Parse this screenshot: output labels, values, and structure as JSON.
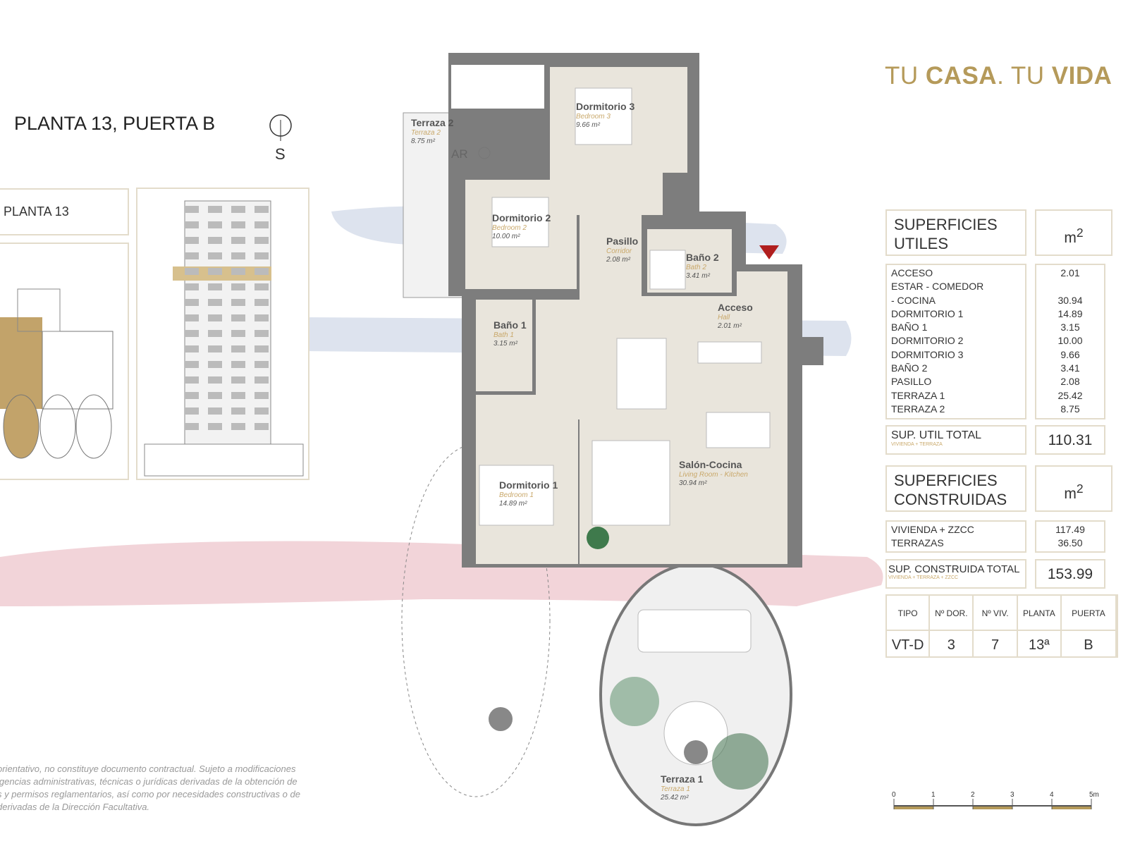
{
  "header": {
    "title": "PLANTA 13, PUERTA B",
    "compass_label": "S",
    "brand_light_1": "TU ",
    "brand_bold_1": "CASA",
    "brand_light_2": ". TU ",
    "brand_bold_2": "VIDA",
    "brand_color": "#b59a5a"
  },
  "thumbnails": {
    "floor_label": "PLANTA 13"
  },
  "rooms": [
    {
      "name": "Dormitorio 3",
      "en": "Bedroom 3",
      "area": "9.66 m²"
    },
    {
      "name": "Terraza 2",
      "en": "Terraza 2",
      "area": "8.75 m²"
    },
    {
      "name": "Dormitorio 2",
      "en": "Bedroom 2",
      "area": "10.00 m²"
    },
    {
      "name": "Pasillo",
      "en": "Corridor",
      "area": "2.08 m²"
    },
    {
      "name": "Baño 2",
      "en": "Bath 2",
      "area": "3.41 m²"
    },
    {
      "name": "Acceso",
      "en": "Hall",
      "area": "2.01 m²"
    },
    {
      "name": "Baño 1",
      "en": "Bath 1",
      "area": "3.15 m²"
    },
    {
      "name": "Salón-Cocina",
      "en": "Living Room - Kitchen",
      "area": "30.94 m²"
    },
    {
      "name": "Dormitorio 1",
      "en": "Bedroom 1",
      "area": "14.89 m²"
    },
    {
      "name": "Terraza 1",
      "en": "Terraza 1",
      "area": "25.42 m²"
    }
  ],
  "plan_labels": {
    "ar": "AR"
  },
  "table": {
    "utiles_header": "SUPERFICIES UTILES",
    "unit": "m2",
    "utiles_rows": [
      {
        "label": "ACCESO",
        "value": "2.01"
      },
      {
        "label": "ESTAR - COMEDOR",
        "value": ""
      },
      {
        "label": "- COCINA",
        "value": "30.94"
      },
      {
        "label": "DORMITORIO 1",
        "value": "14.89"
      },
      {
        "label": "BAÑO 1",
        "value": "3.15"
      },
      {
        "label": "DORMITORIO 2",
        "value": "10.00"
      },
      {
        "label": "DORMITORIO 3",
        "value": "9.66"
      },
      {
        "label": "BAÑO 2",
        "value": "3.41"
      },
      {
        "label": "PASILLO",
        "value": "2.08"
      },
      {
        "label": "TERRAZA 1",
        "value": "25.42"
      },
      {
        "label": "TERRAZA 2",
        "value": "8.75"
      }
    ],
    "util_total_label": "SUP. UTIL TOTAL",
    "util_total_sub": "VIVIENDA + TERRAZA",
    "util_total": "110.31",
    "construidas_header": "SUPERFICIES CONSTRUIDAS",
    "construidas_rows": [
      {
        "label": "VIVIENDA + ZZCC",
        "value": "117.49"
      },
      {
        "label": "TERRAZAS",
        "value": "36.50"
      }
    ],
    "construida_total_label": "SUP. CONSTRUIDA TOTAL",
    "construida_total_sub": "VIVIENDA + TERRAZA + ZZCC",
    "construida_total": "153.99",
    "summary_headers": [
      "TIPO",
      "Nº DOR.",
      "Nº VIV.",
      "PLANTA",
      "PUERTA"
    ],
    "summary_values": [
      "VT-D",
      "3",
      "7",
      "13ª",
      "B"
    ]
  },
  "scale": {
    "ticks": [
      "0",
      "1",
      "2",
      "3",
      "4",
      "5m"
    ]
  },
  "disclaimer": [
    "orientativo, no constituye documento contractual. Sujeto a modificaciones",
    "igencias administrativas, técnicas o jurídicas derivadas de la obtención de",
    "s y permisos reglamentarios, así como por necesidades constructivas o de",
    "derivadas de la Dirección Facultativa."
  ]
}
